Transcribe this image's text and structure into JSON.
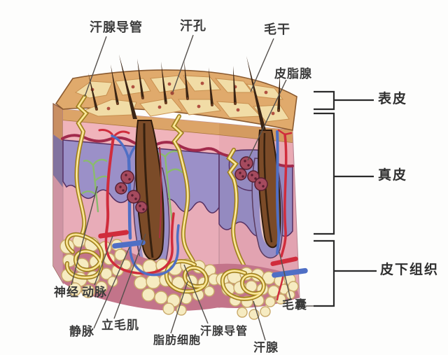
{
  "figure": {
    "type": "anatomy-diagram",
    "subject": "human skin cross-section",
    "labels": {
      "top": {
        "sweat_gland_duct": "汗腺导管",
        "sweat_pore": "汗孔",
        "hair_shaft": "毛干",
        "sebaceous_gland": "皮脂腺"
      },
      "layers": {
        "epidermis": "表皮",
        "dermis": "真皮",
        "subcutaneous_tissue": "皮下组织"
      },
      "bottom": {
        "nerve": "神经",
        "artery": "动脉",
        "vein": "静脉",
        "arrector_pili_muscle": "立毛肌",
        "fat_cells": "脂肪细胞",
        "sweat_gland_duct": "汗腺导管",
        "sweat_gland": "汗腺",
        "hair_follicle": "毛囊"
      }
    },
    "colors": {
      "skin_surface_tan": "#e0aa6c",
      "surface_tile": "#f1dca6",
      "epidermis_pink": "#f0b4bb",
      "dermis_pink": "#e8acb8",
      "papillary_purple": "#9b90c8",
      "basement_membrane_red": "#a12a4c",
      "fat_cell_yellow": "#f6ebc1",
      "fat_bed_mauve": "#c3748a",
      "hair_follicle_brown": "#7b4b28",
      "artery_red": "#d02c3c",
      "vein_blue": "#4f6fc5",
      "nerve_green": "#8abb6d",
      "sweat_duct_yellow": "#eed260",
      "label_text": "#3a3a3a"
    }
  }
}
